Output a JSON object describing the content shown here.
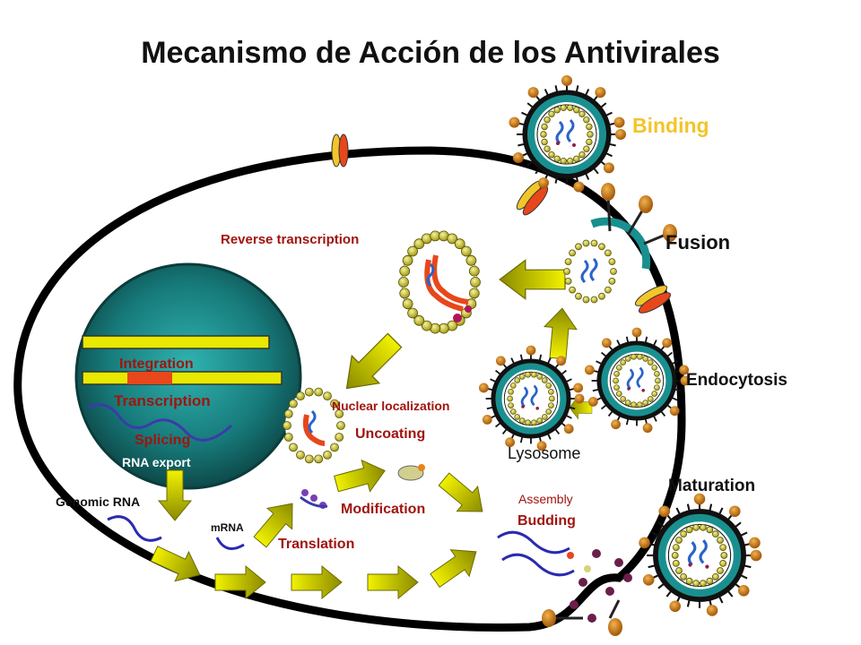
{
  "title": "Mecanismo de Acción de los Antivirales",
  "labels": {
    "binding": "Binding",
    "fusion": "Fusion",
    "endocytosis": "Endocytosis",
    "lysosome": "Lysosome",
    "maturation": "Maturation",
    "reverse_transcription": "Reverse transcription",
    "nuclear_localization": "Nuclear localization",
    "uncoating": "Uncoating",
    "integration": "Integration",
    "transcription": "Transcription",
    "splicing": "Splicing",
    "rna_export": "RNA export",
    "genomic_rna": "Genomic RNA",
    "mrna": "mRNA",
    "translation": "Translation",
    "modification": "Modification",
    "assembly": "Assembly",
    "budding": "Budding"
  },
  "colors": {
    "label_red": "#a0140f",
    "label_dark": "#111111",
    "binding_yellow": "#f2c52a",
    "arrow_yellow": "#e4e600",
    "virus_teal": "#1a8f8f",
    "nucleus_teal": "#1f8a8a",
    "dna_red": "#e8471b"
  },
  "icons": [
    "virus-particle-icon",
    "capsid-icon",
    "arrow-icon",
    "receptor-icon",
    "rna-strand-icon"
  ]
}
